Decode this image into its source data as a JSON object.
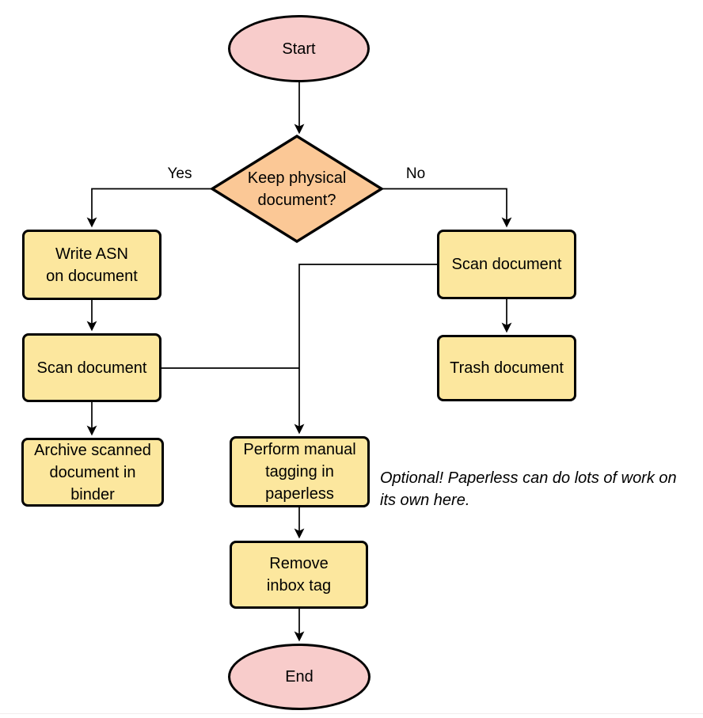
{
  "diagram": {
    "nodes": {
      "start": {
        "type": "terminator",
        "label": "Start"
      },
      "decision": {
        "type": "decision",
        "label": "Keep physical\ndocument?"
      },
      "write_asn": {
        "type": "process",
        "label": "Write ASN\non document"
      },
      "scan_left": {
        "type": "process",
        "label": "Scan document"
      },
      "archive": {
        "type": "process",
        "label": "Archive scanned\ndocument in\nbinder"
      },
      "scan_right": {
        "type": "process",
        "label": "Scan document"
      },
      "trash": {
        "type": "process",
        "label": "Trash document"
      },
      "tagging": {
        "type": "process",
        "label": "Perform manual\ntagging in\npaperless"
      },
      "remove_inbox": {
        "type": "process",
        "label": "Remove\ninbox tag"
      },
      "end": {
        "type": "terminator",
        "label": "End"
      }
    },
    "edge_labels": {
      "yes": "Yes",
      "no": "No"
    },
    "note": {
      "text": "Optional! Paperless can do lots of work on\nits own here."
    },
    "colors": {
      "terminator_fill": "#F8CCCB",
      "decision_fill": "#FBC896",
      "process_fill": "#FCE79E",
      "stroke": "#000000",
      "background": "#FFFFFF"
    }
  }
}
